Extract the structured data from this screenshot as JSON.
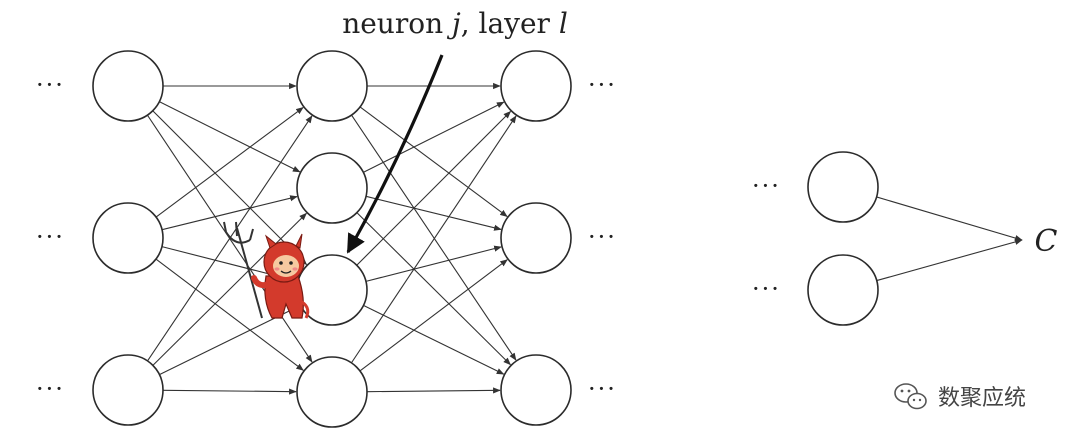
{
  "annotation": {
    "prefix": "neuron ",
    "neuron_var": "j",
    "separator": ", layer ",
    "layer_var": "l"
  },
  "ellipsis": "···",
  "output_label": "C",
  "watermark": {
    "text": "数聚应统",
    "icon": "wechat-icon"
  },
  "mascot": {
    "icon": "devil-mascot-icon",
    "color": "#d33a2c"
  },
  "network": {
    "layers": [
      {
        "name": "layer-l-minus-1",
        "neurons": 3
      },
      {
        "name": "layer-l",
        "neurons": 4,
        "highlighted_neuron": 3
      },
      {
        "name": "layer-l-plus-1",
        "neurons": 3
      }
    ],
    "output_layer_neurons": 2
  }
}
